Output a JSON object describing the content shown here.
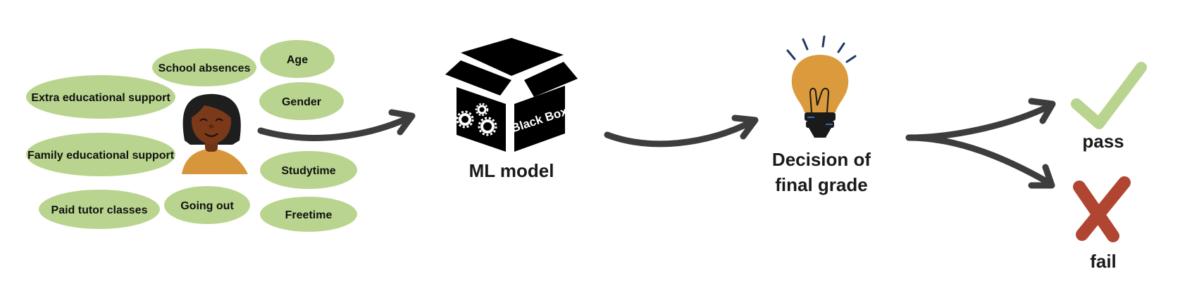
{
  "features": {
    "school_absences": "School absences",
    "age": "Age",
    "extra_educational_support": "Extra educational support",
    "gender": "Gender",
    "family_educational_support": "Family educational support",
    "studytime": "Studytime",
    "paid_tutor_classes": "Paid tutor classes",
    "going_out": "Going out",
    "freetime": "Freetime"
  },
  "model": {
    "box_text": "Black Box",
    "label": "ML model"
  },
  "decision": {
    "line1": "Decision of",
    "line2": "final grade"
  },
  "outcomes": {
    "pass": "pass",
    "fail": "fail"
  },
  "colors": {
    "feature_fill": "#b9d48e",
    "arrow": "#3d3d3d",
    "bulb": "#db9a3b",
    "skin_top": "#d7963b",
    "pass_check": "#b9d48e",
    "fail_cross": "#b04632"
  }
}
